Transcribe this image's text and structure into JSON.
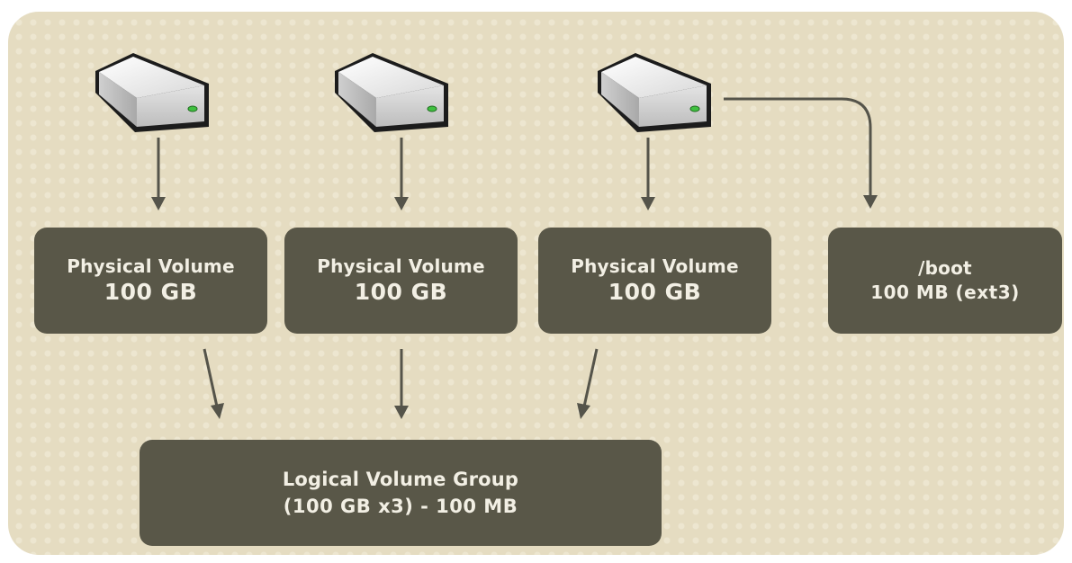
{
  "disks": [
    {
      "icon": "hard-disk-icon"
    },
    {
      "icon": "hard-disk-icon"
    },
    {
      "icon": "hard-disk-icon"
    }
  ],
  "physical_volumes": [
    {
      "label": "Physical Volume",
      "size": "100 GB"
    },
    {
      "label": "Physical Volume",
      "size": "100 GB"
    },
    {
      "label": "Physical Volume",
      "size": "100 GB"
    }
  ],
  "boot_partition": {
    "label": "/boot",
    "size": "100 MB (ext3)"
  },
  "volume_group": {
    "label": "Logical Volume Group",
    "size": "(100 GB x3) - 100 MB"
  },
  "colors": {
    "background": "#e5dcc1",
    "box": "#595748",
    "box_text": "#f2efe4",
    "arrow": "#55544a",
    "led": "#3fbf3f"
  }
}
